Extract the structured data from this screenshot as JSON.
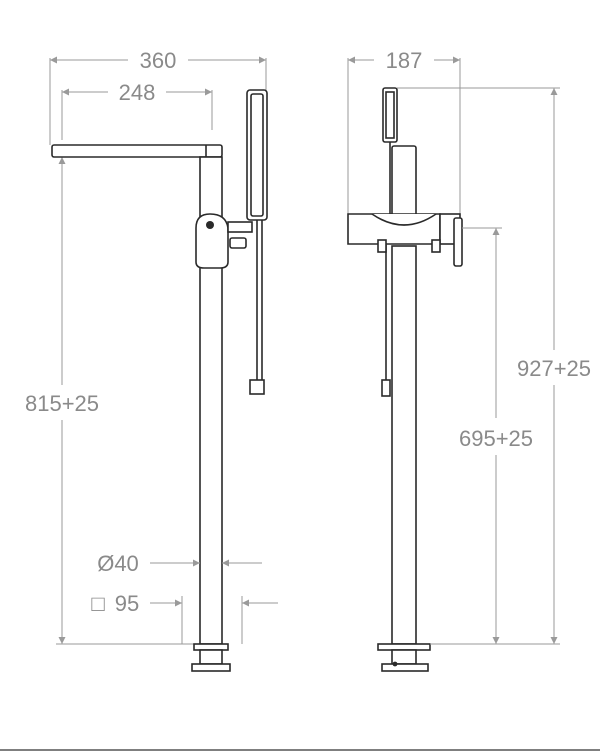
{
  "front_view": {
    "width_overall": "360",
    "width_spout": "248",
    "height_spout": "815+25",
    "pipe_diameter": "Ø40",
    "base_square_symbol": "□",
    "base_square": "95"
  },
  "side_view": {
    "depth_overall": "187",
    "height_total": "927+25",
    "height_handle": "695+25"
  }
}
